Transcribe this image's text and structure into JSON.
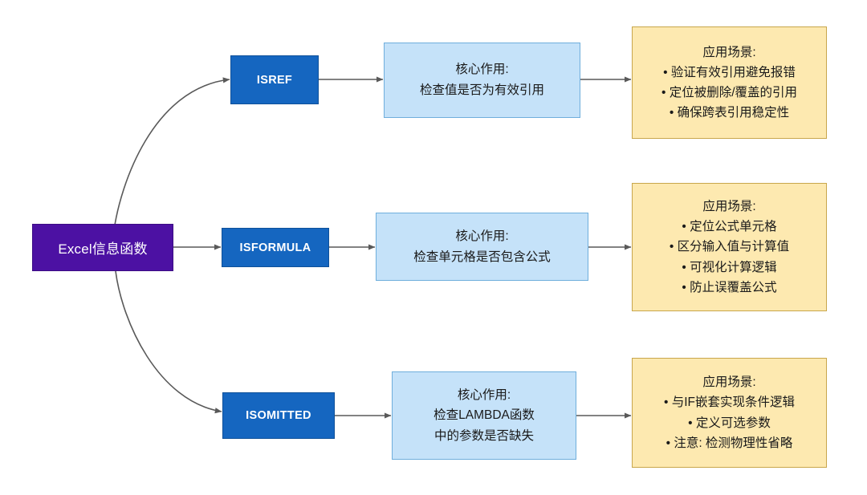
{
  "diagram": {
    "title": "Excel信息函数",
    "colors": {
      "root_fill": "#4C11A3",
      "function_fill": "#1566C0",
      "role_fill": "#C5E2F9",
      "scenario_fill": "#FDE9B0",
      "connector": "#595959",
      "background": "#FFFFFF"
    },
    "root": {
      "label": "Excel信息函数"
    },
    "branches": [
      {
        "function": {
          "label": "ISREF"
        },
        "role": {
          "heading": "核心作用:",
          "lines": [
            "检查值是否为有效引用"
          ]
        },
        "scenario": {
          "heading": "应用场景:",
          "bullets": [
            "验证有效引用避免报错",
            "定位被删除/覆盖的引用",
            "确保跨表引用稳定性"
          ]
        }
      },
      {
        "function": {
          "label": "ISFORMULA"
        },
        "role": {
          "heading": "核心作用:",
          "lines": [
            "检查单元格是否包含公式"
          ]
        },
        "scenario": {
          "heading": "应用场景:",
          "bullets": [
            "定位公式单元格",
            "区分输入值与计算值",
            "可视化计算逻辑",
            "防止误覆盖公式"
          ]
        }
      },
      {
        "function": {
          "label": "ISOMITTED"
        },
        "role": {
          "heading": "核心作用:",
          "lines": [
            "检查LAMBDA函数",
            "中的参数是否缺失"
          ]
        },
        "scenario": {
          "heading": "应用场景:",
          "bullets": [
            "与IF嵌套实现条件逻辑",
            "定义可选参数",
            "注意: 检测物理性省略"
          ]
        }
      }
    ],
    "bullet_glyph": "•"
  }
}
